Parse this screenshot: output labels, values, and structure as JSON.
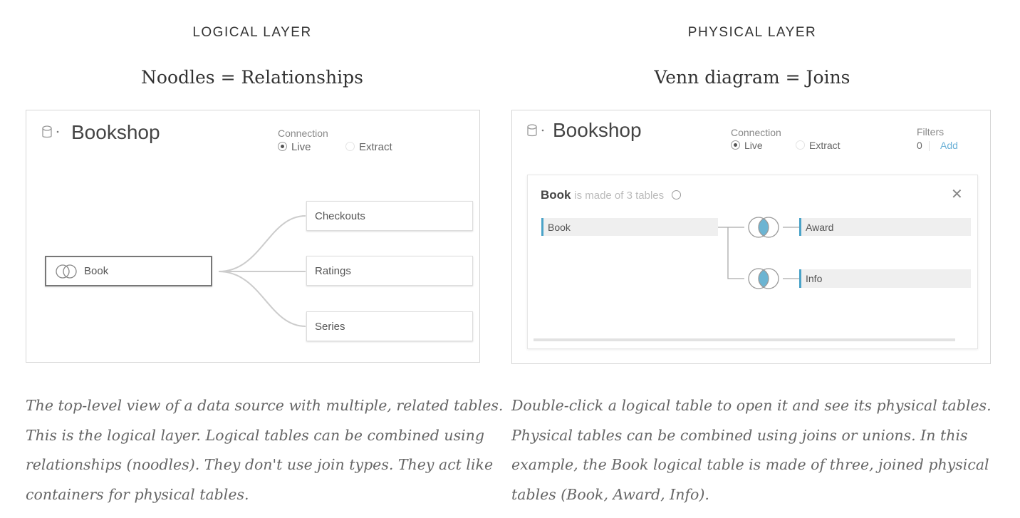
{
  "logical": {
    "heading": "LOGICAL LAYER",
    "subtitle": "Noodles = Relationships",
    "datasource": "Bookshop",
    "connection_label": "Connection",
    "live_label": "Live",
    "extract_label": "Extract",
    "selected_connection": "Live",
    "root_table": "Book",
    "related_tables": [
      "Checkouts",
      "Ratings",
      "Series"
    ],
    "caption": "The top-level view of a data source with multiple, related tables. This is the logical layer. Logical tables can be combined using relationships (noodles). They don't use join types. They act like containers for physical tables."
  },
  "physical": {
    "heading": "PHYSICAL LAYER",
    "subtitle": "Venn diagram = Joins",
    "datasource": "Bookshop",
    "connection_label": "Connection",
    "live_label": "Live",
    "extract_label": "Extract",
    "filters_label": "Filters",
    "filters_count": "0",
    "filters_add": "Add",
    "panel_table": "Book",
    "panel_desc": "is made of 3 tables",
    "left_table": "Book",
    "joined_tables": [
      "Award",
      "Info"
    ],
    "accent": "#4aa3c8",
    "caption": "Double-click a logical table to open it and see its physical tables. Physical tables can be combined using joins or unions. In this example, the Book logical table is made of three, joined physical tables (Book, Award, Info)."
  }
}
